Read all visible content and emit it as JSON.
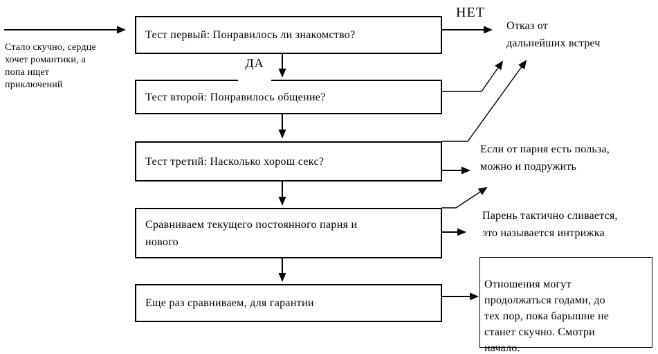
{
  "diagram": {
    "start_note": "Стало скучно, сердце\nхочет романтики, а\nпопа ищет\nприключений",
    "labels": {
      "no": "НЕТ",
      "yes": "ДА"
    },
    "steps": [
      {
        "text": "Тест первый: Понравилось ли знакомство?"
      },
      {
        "text": "Тест второй: Понравилось общение?"
      },
      {
        "text": "Тест третий: Насколько хорош секс?"
      },
      {
        "text": "Сравниваем текущего постоянного парня и\nнового"
      },
      {
        "text": "Еще раз сравниваем, для гарантии"
      }
    ],
    "outcomes": {
      "refusal": "Отказ от\nдальнейших встреч",
      "benefit": "Если от парня есть польза,\nможно и подружить",
      "fling": "Парень тактично сливается,\nэто называется интрижка",
      "long_term": "Отношения могут\nпродолжаться годами, до\nтех пор, пока барышне не\nстанет скучно. Смотри\nначало."
    },
    "colors": {
      "ink": "#000000",
      "background": "#ffffff"
    }
  }
}
